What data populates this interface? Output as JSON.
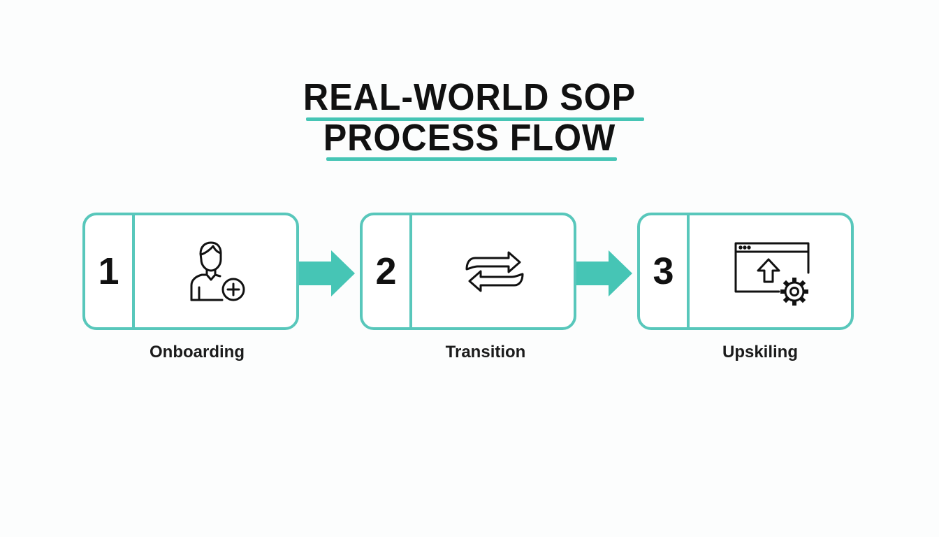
{
  "title": {
    "line1": "REAL-WORLD SOP",
    "line2": "PROCESS FLOW"
  },
  "colors": {
    "accent": "#46c5b5",
    "border": "#58c7bb",
    "text": "#111111",
    "background": "#fcfdfd"
  },
  "steps": [
    {
      "number": "1",
      "label": "Onboarding",
      "icon": "add-user-icon"
    },
    {
      "number": "2",
      "label": "Transition",
      "icon": "swap-arrows-icon"
    },
    {
      "number": "3",
      "label": "Upskiling",
      "icon": "browser-upload-gear-icon"
    }
  ]
}
